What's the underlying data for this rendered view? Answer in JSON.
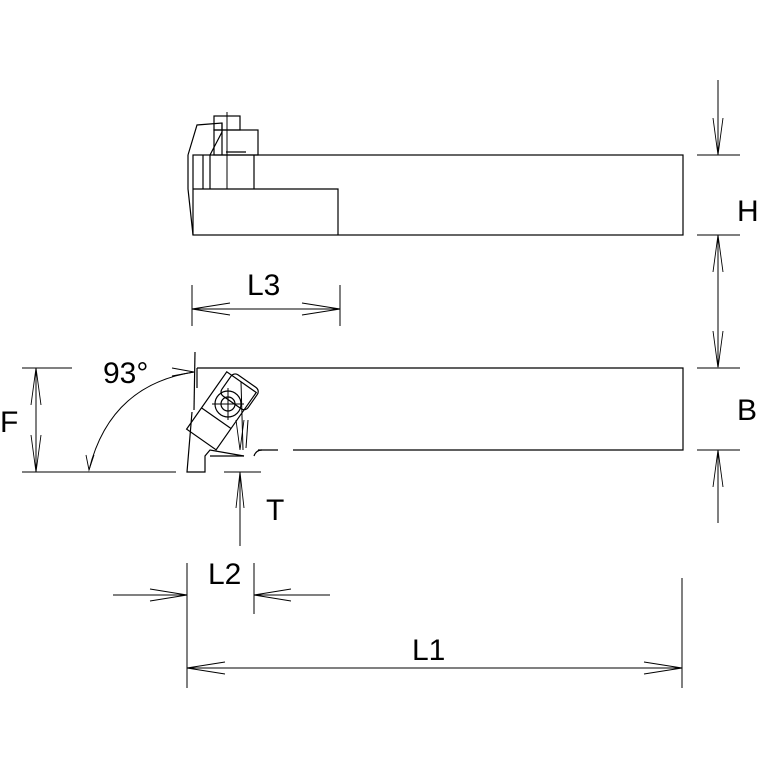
{
  "diagram": {
    "type": "technical-drawing",
    "subject": "turning tool holder (top and side views)",
    "colors": {
      "line": "#000000",
      "background": "#ffffff"
    },
    "labels": {
      "H": "H",
      "B": "B",
      "L1": "L1",
      "L2": "L2",
      "L3": "L3",
      "F": "F",
      "T": "T",
      "angle": "93°"
    }
  }
}
